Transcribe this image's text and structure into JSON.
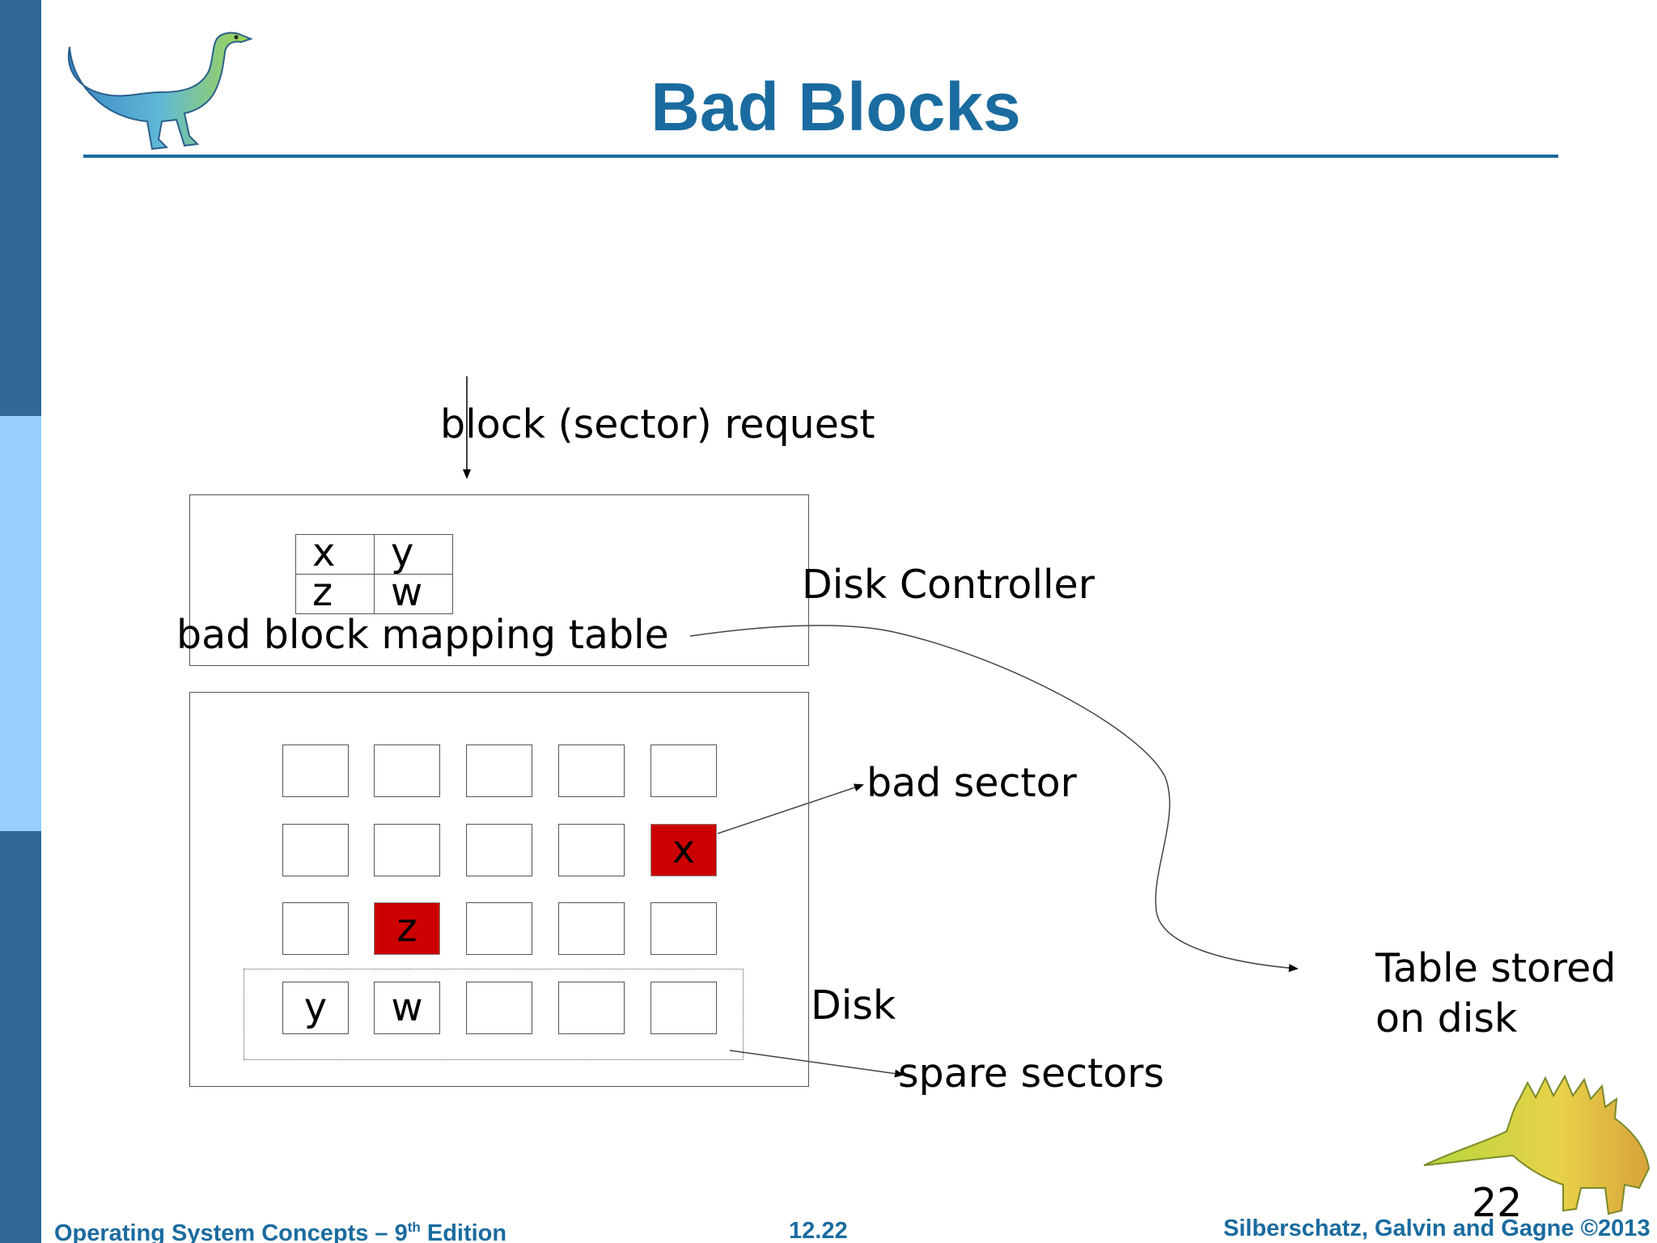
{
  "slide": {
    "title": "Bad Blocks",
    "page_number": "22"
  },
  "colors": {
    "accent_blue": "#1a6b9f",
    "sidebar_dark": "#336699",
    "sidebar_light": "#99ccff",
    "bad_sector_red": "#cc0000"
  },
  "diagram": {
    "request_label": "block (sector)  request",
    "controller_label": "Disk Controller",
    "mapping_table_label": "bad block mapping table",
    "mapping_table": [
      [
        "x",
        "y"
      ],
      [
        "z",
        "w"
      ]
    ],
    "bad_sector_label": "bad sector",
    "disk_label": "Disk",
    "table_stored_label_line1": "Table stored",
    "table_stored_label_line2": "on disk",
    "spare_sectors_label": "spare sectors",
    "disk_sectors": [
      [
        "",
        "",
        "",
        "",
        ""
      ],
      [
        "",
        "",
        "",
        "",
        "x"
      ],
      [
        "",
        "z",
        "",
        "",
        ""
      ],
      [
        "y",
        "w",
        "",
        "",
        ""
      ]
    ],
    "bad_sectors": [
      "x",
      "z"
    ]
  },
  "footer": {
    "book_title_prefix": "Operating System Concepts – 9",
    "book_title_sup": "th",
    "book_title_suffix": " Edition",
    "slide_number": "12.22",
    "copyright": "Silberschatz, Galvin and Gagne ©2013"
  },
  "icons": {
    "top_left": "dinosaur-icon",
    "bottom_right": "stegosaurus-icon"
  }
}
